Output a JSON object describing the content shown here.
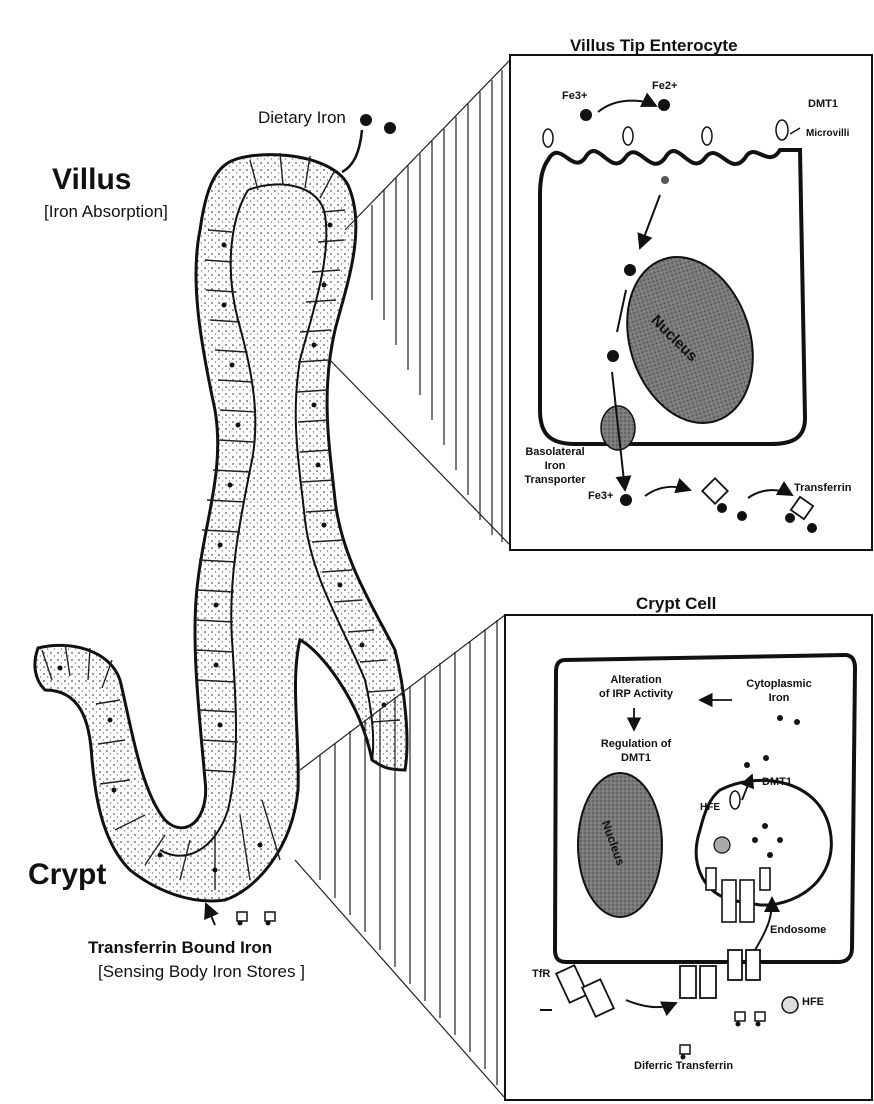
{
  "left": {
    "villus_title": "Villus",
    "villus_subtitle": "[Iron Absorption]",
    "dietary_iron": "Dietary Iron",
    "crypt_title": "Crypt",
    "transferrin_line1": "Transferrin Bound Iron",
    "transferrin_line2": "[Sensing Body Iron Stores ]"
  },
  "villus_panel": {
    "title": "Villus Tip Enterocyte",
    "fe3_label": "Fe3+",
    "fe2_label": "Fe2+",
    "dmt1": "DMT1",
    "microvilli": "Microvilli",
    "nucleus": "Nucleus",
    "transporter_line1": "Basolateral",
    "transporter_line2": "Iron",
    "transporter_line3": "Transporter",
    "fe_out_label": "Fe3+",
    "transferrin": "Transferrin"
  },
  "crypt_panel": {
    "title": "Crypt Cell",
    "alteration_line1": "Alteration",
    "alteration_line2": "of IRP Activity",
    "cytoplasmic_line1": "Cytoplasmic",
    "cytoplasmic_line2": "Iron",
    "regulation_line1": "Regulation of",
    "regulation_line2": "DMT1",
    "dmt1": "DMT1",
    "hfe_top": "HFE",
    "nucleus": "Nucleus",
    "endosome": "Endosome",
    "tfr": "TfR",
    "hfe_bottom": "HFE",
    "diferric": "Diferric Transferrin"
  }
}
